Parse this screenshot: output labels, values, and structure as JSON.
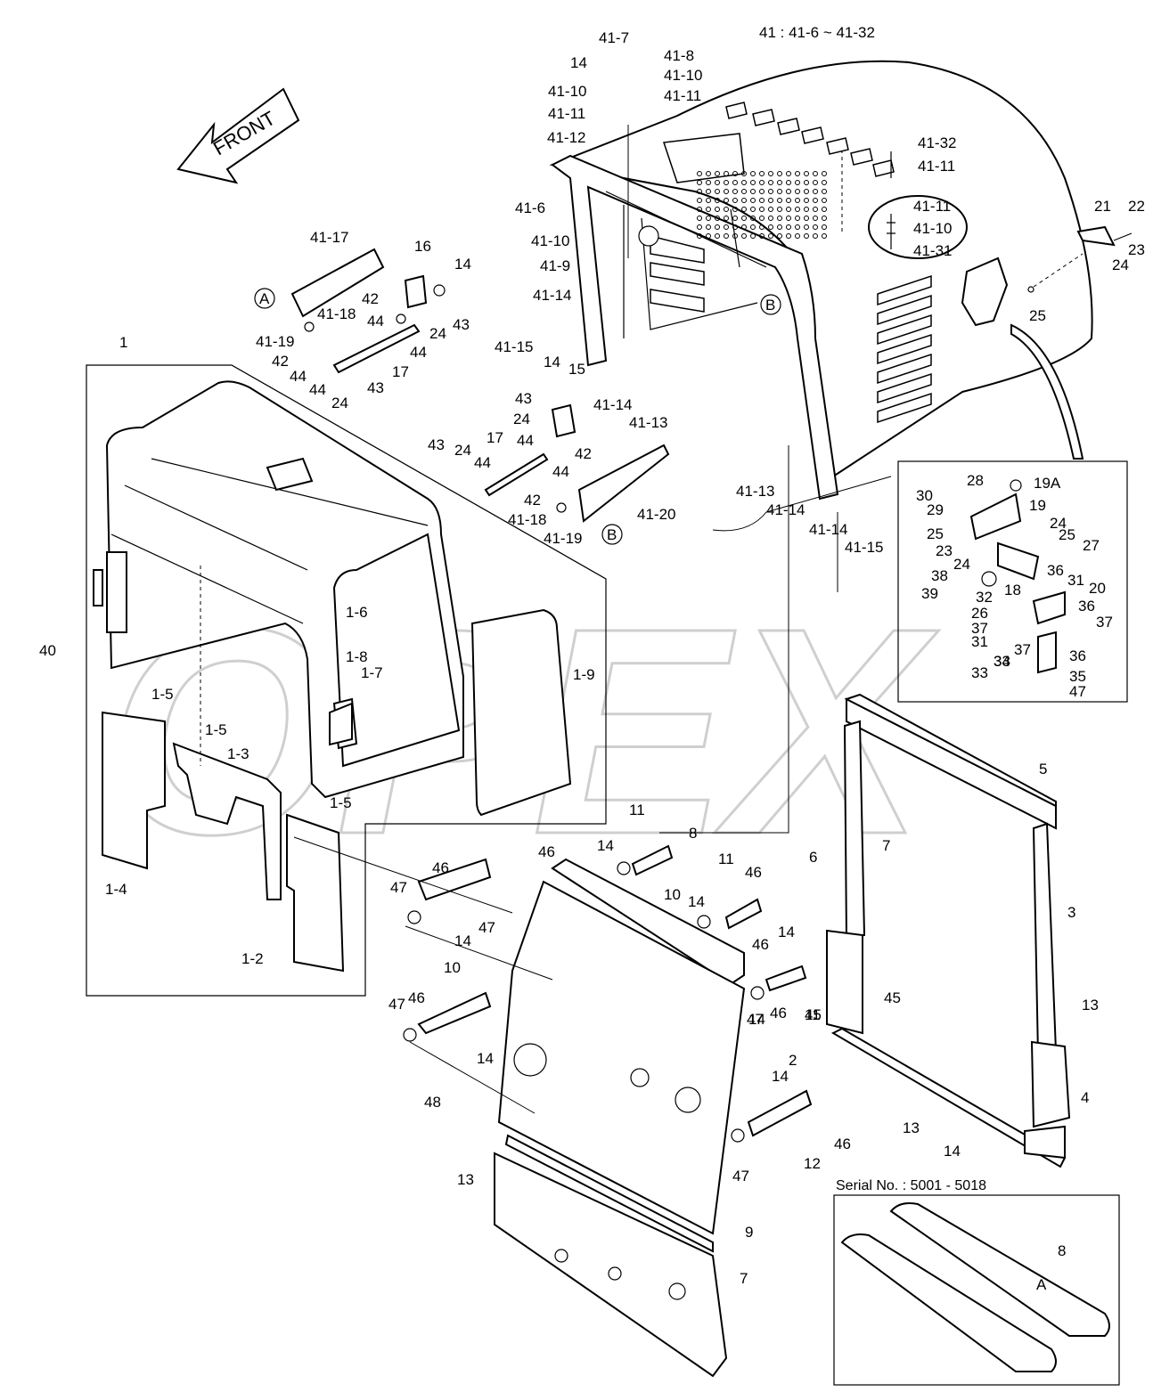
{
  "diagram": {
    "front_label": "FRONT",
    "serial_note": "Serial No. : 5001 - 5018",
    "watermark": "OPEX",
    "corner_mark": "",
    "callouts": [
      "41 : 41-6 ~ 41-32",
      "41-7",
      "41-8",
      "14",
      "41-10",
      "41-10",
      "41-11",
      "41-11",
      "41-12",
      "41-32",
      "41-11",
      "41-11",
      "41-10",
      "41-31",
      "21",
      "22",
      "23",
      "24",
      "25",
      "41-6",
      "41-10",
      "41-9",
      "41-14",
      "41-15",
      "14",
      "15",
      "43",
      "24",
      "17",
      "44",
      "42",
      "44",
      "43",
      "24",
      "44",
      "42",
      "41-18",
      "41-19",
      "41-20",
      "41-14",
      "41-13",
      "41-13",
      "41-14",
      "41-14",
      "41-15",
      "41-17",
      "16",
      "14",
      "42",
      "43",
      "44",
      "24",
      "44",
      "41-18",
      "41-19",
      "42",
      "44",
      "17",
      "24",
      "43",
      "44",
      "1",
      "40",
      "1-6",
      "1-8",
      "1-7",
      "1-9",
      "1-5",
      "1-5",
      "1-3",
      "1-4",
      "1-5",
      "1-2",
      "30",
      "28",
      "19A",
      "29",
      "19",
      "24",
      "25",
      "23",
      "24",
      "25",
      "27",
      "36",
      "31",
      "38",
      "39",
      "32",
      "18",
      "20",
      "26",
      "36",
      "37",
      "37",
      "31",
      "33",
      "36",
      "37",
      "34",
      "35",
      "33",
      "47",
      "11",
      "8",
      "46",
      "14",
      "10",
      "46",
      "47",
      "14",
      "47",
      "11",
      "46",
      "14",
      "46",
      "47",
      "14",
      "11",
      "46",
      "14",
      "45",
      "6",
      "7",
      "5",
      "3",
      "45",
      "13",
      "2",
      "4",
      "13",
      "14",
      "10",
      "46",
      "47",
      "14",
      "48",
      "14",
      "46",
      "47",
      "12",
      "9",
      "13",
      "7",
      "8",
      "A",
      "B",
      "A",
      "B"
    ]
  }
}
